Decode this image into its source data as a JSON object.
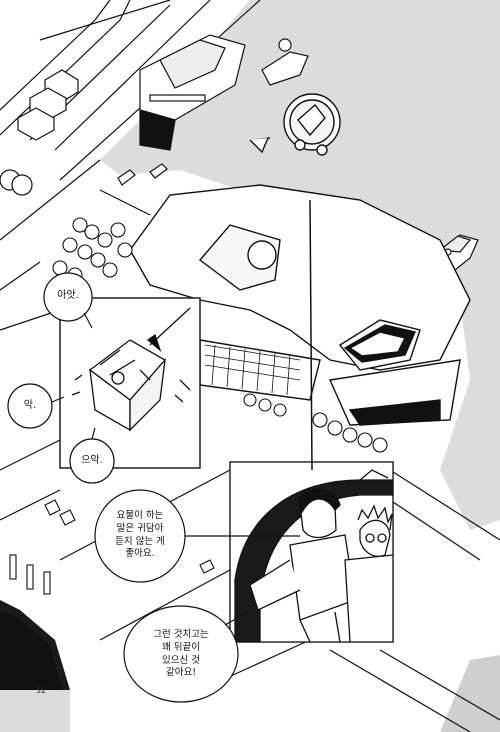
{
  "page": {
    "page_number": "32"
  },
  "panel_small": {
    "sfx": [
      {
        "text": "아앗."
      },
      {
        "text": "악."
      },
      {
        "text": "으악."
      }
    ]
  },
  "panel_characters": {
    "speech": [
      {
        "text": "요물이 하는\n말은 귀담아\n듣지 않는 게\n좋아요."
      },
      {
        "text": "그런 것치고는\n꽤 뒤끝이\n있으신 것\n같아요!"
      }
    ]
  },
  "colors": {
    "ink": "#111111",
    "sea": "#dcdcdc",
    "paper": "#ffffff",
    "dark_block": "#1a1a1a"
  },
  "icons": [
    "boat-icon",
    "hovercraft-icon",
    "orb-vehicle-icon",
    "ferry-ship-icon",
    "box-creature-icon"
  ]
}
